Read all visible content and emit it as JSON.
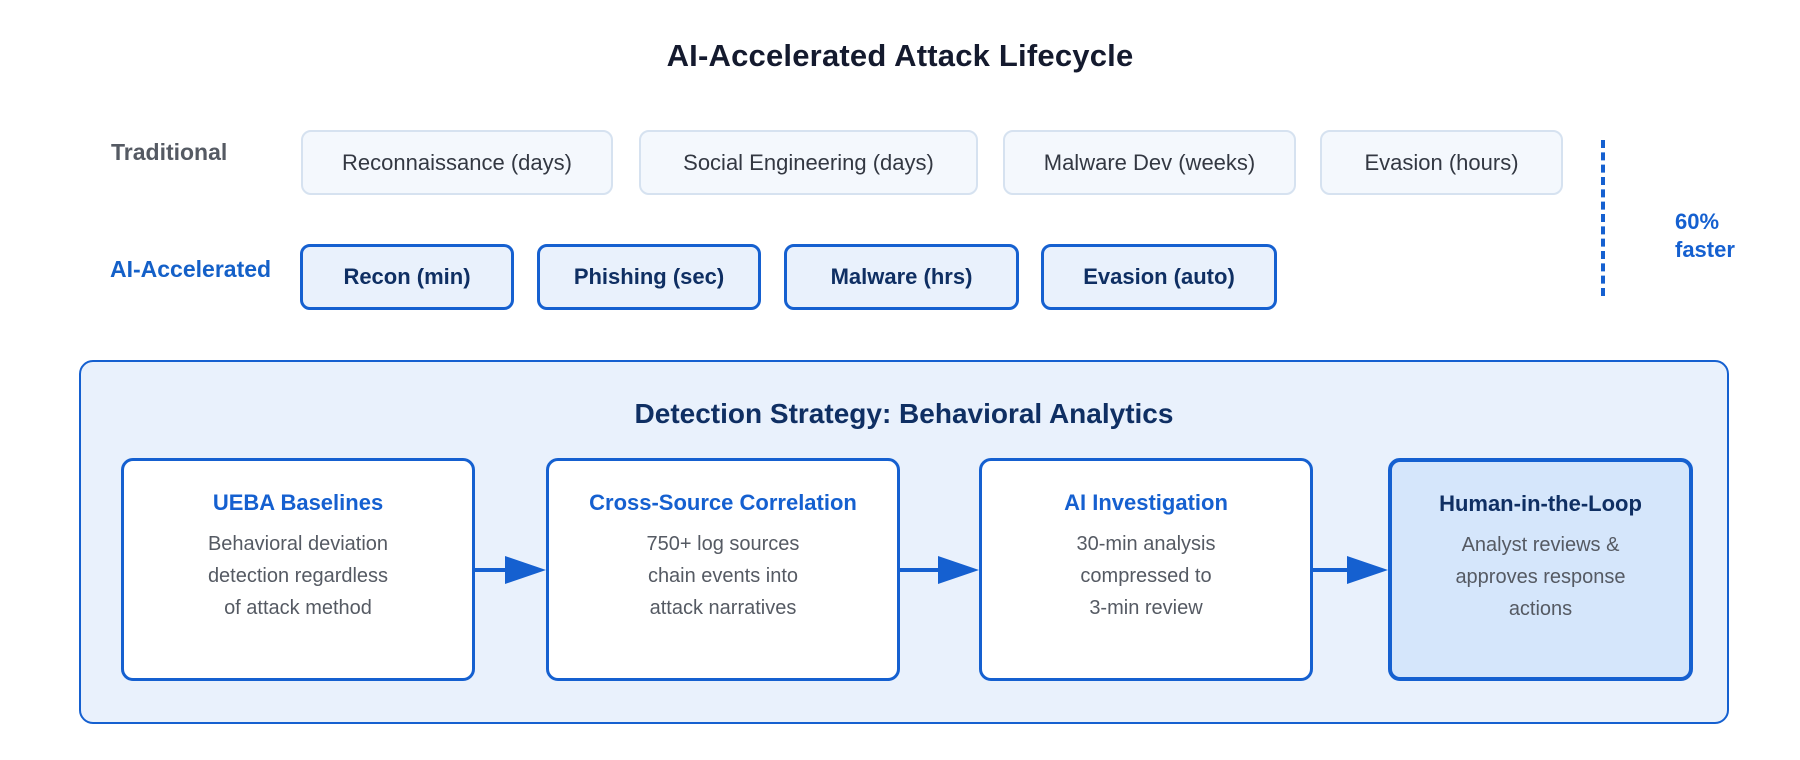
{
  "title": "AI-Accelerated Attack Lifecycle",
  "rows": {
    "traditional": {
      "label": "Traditional",
      "stages": [
        "Reconnaissance (days)",
        "Social Engineering (days)",
        "Malware Dev (weeks)",
        "Evasion (hours)"
      ]
    },
    "ai": {
      "label": "AI-Accelerated",
      "stages": [
        "Recon (min)",
        "Phishing (sec)",
        "Malware (hrs)",
        "Evasion (auto)"
      ]
    }
  },
  "speedup": {
    "line1": "60%",
    "line2": "faster"
  },
  "detection": {
    "title": "Detection Strategy: Behavioral Analytics",
    "steps": [
      {
        "title": "UEBA Baselines",
        "lines": [
          "Behavioral deviation",
          "detection regardless",
          "of attack method"
        ]
      },
      {
        "title": "Cross-Source Correlation",
        "lines": [
          "750+ log sources",
          "chain events into",
          "attack narratives"
        ]
      },
      {
        "title": "AI Investigation",
        "lines": [
          "30-min analysis",
          "compressed to",
          "3-min review"
        ]
      },
      {
        "title": "Human-in-the-Loop",
        "lines": [
          "Analyst reviews &",
          "approves response",
          "actions"
        ]
      }
    ]
  },
  "colors": {
    "accent": "#1560d0",
    "panel_bg": "#e9f1fc",
    "final_step_bg": "#d5e6fb",
    "traditional_bg": "#f4f8fd"
  }
}
